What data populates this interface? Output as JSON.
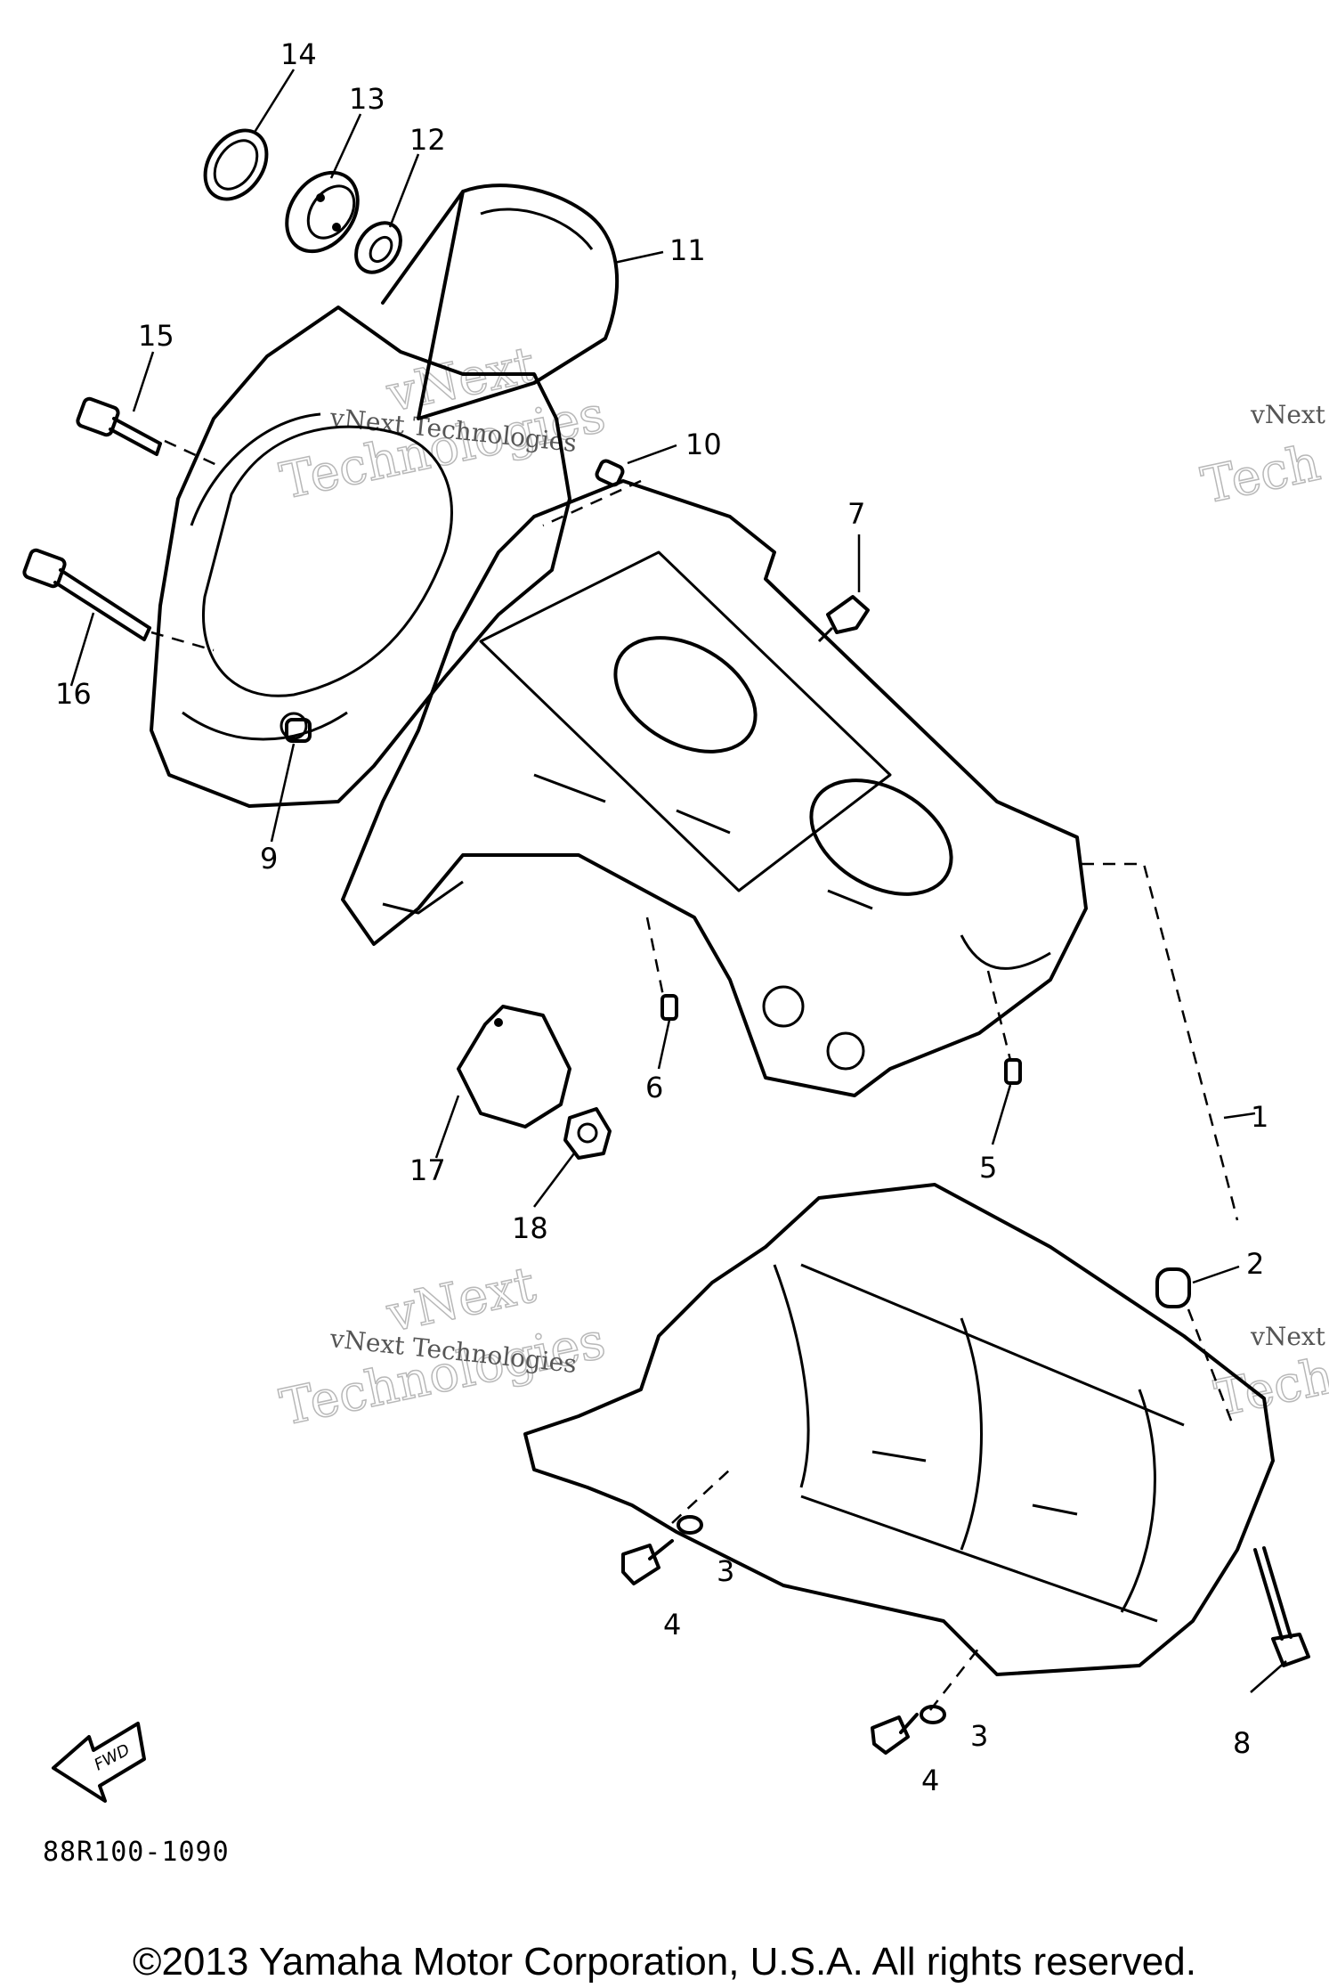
{
  "diagram": {
    "part_labels": [
      "1",
      "2",
      "3",
      "3",
      "4",
      "4",
      "5",
      "6",
      "7",
      "8",
      "9",
      "10",
      "11",
      "12",
      "13",
      "14",
      "15",
      "16",
      "17",
      "18"
    ],
    "watermark_line1": "vNext Technologies",
    "watermark_big_a": "vNext",
    "watermark_big_b": "Technologies",
    "watermark_edge_a": "vNext",
    "watermark_edge_b": "Tech",
    "direction_arrow_label": "FWD",
    "diagram_code": "88R100-1090"
  },
  "footer": {
    "copyright": "©2013 Yamaha Motor Corporation, U.S.A. All rights reserved."
  }
}
